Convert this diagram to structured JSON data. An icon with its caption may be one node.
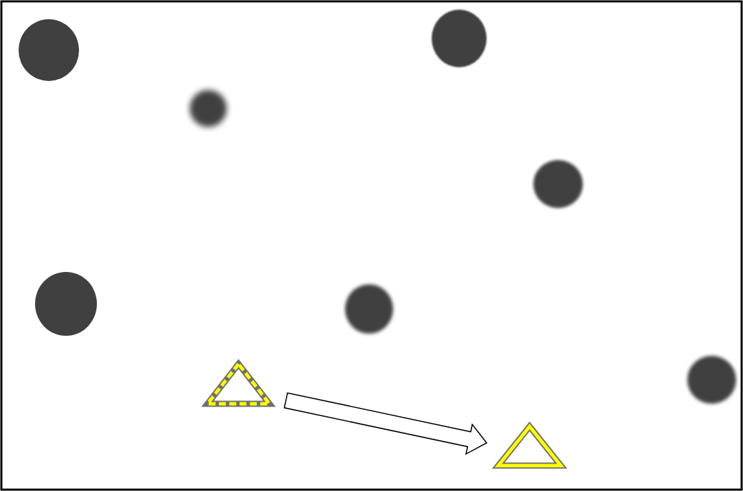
{
  "diagram": {
    "nodes": [
      {
        "text": [],
        "shape": "circle"
      },
      {
        "text": [],
        "shape": "circle"
      },
      {
        "text": [],
        "shape": "circle"
      },
      {
        "text": [],
        "shape": "circle"
      },
      {
        "text": [],
        "shape": "circle"
      },
      {
        "text": [],
        "shape": "circle"
      },
      {
        "text": [],
        "shape": "circle"
      },
      {
        "text": [],
        "shape": "triangle"
      },
      {
        "text": [],
        "shape": "triangle"
      }
    ],
    "edges": [
      {
        "from": 7,
        "to": 8,
        "arrow": "to"
      }
    ]
  }
}
